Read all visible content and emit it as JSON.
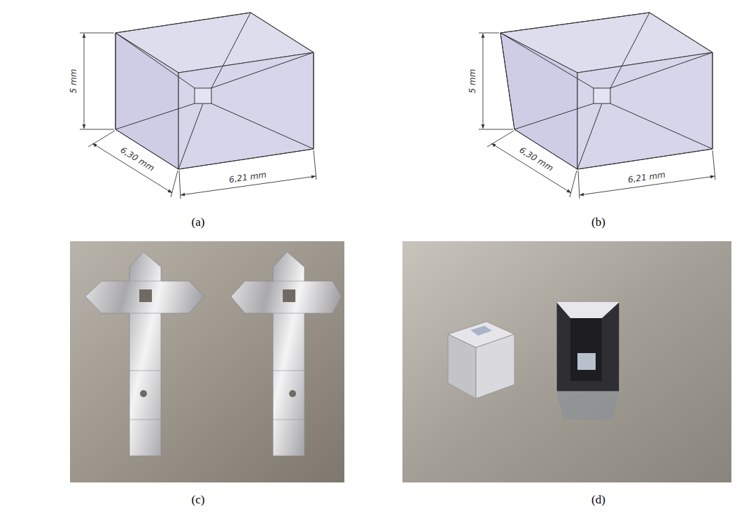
{
  "diagram": {
    "labels": [
      "5 mm",
      "6,30 mm",
      "6,21 mm",
      "(a)",
      "5 mm",
      "6,30 mm",
      "6,21 mm",
      "(b)",
      "(c)",
      "(d)"
    ]
  }
}
